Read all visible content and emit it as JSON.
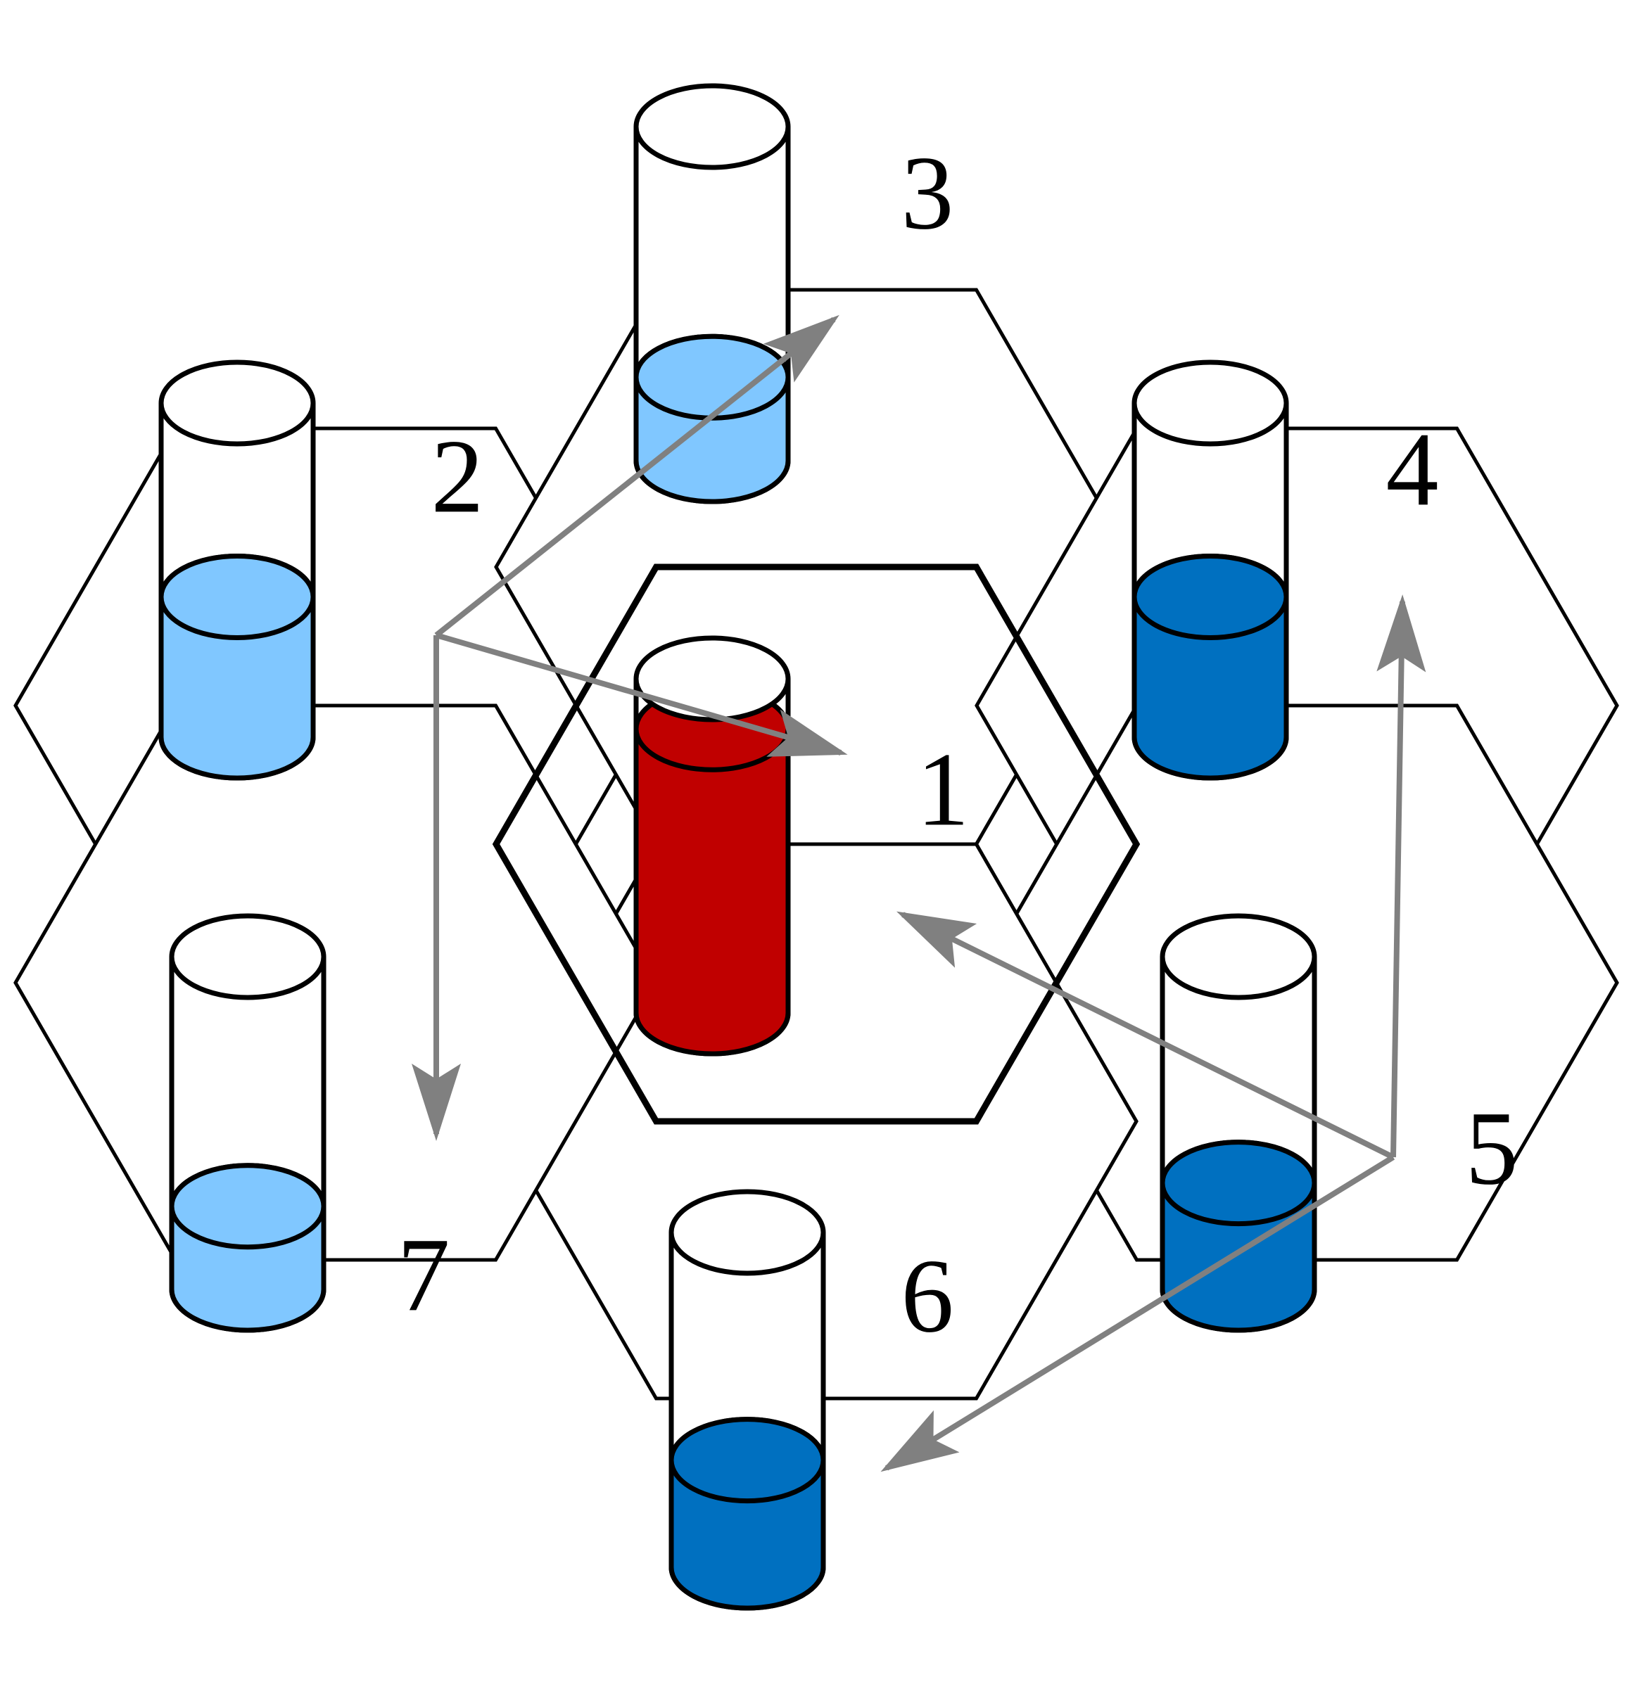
{
  "diagram": {
    "cells": [
      {
        "id": "1",
        "label": "1",
        "fill_level": 0.85,
        "liquid_color": "#c00000",
        "liquid_top_color": "#c00000",
        "center": true
      },
      {
        "id": "2",
        "label": "2",
        "fill_level": 0.42,
        "liquid_color": "#80c7ff",
        "liquid_top_color": "#80c7ff"
      },
      {
        "id": "3",
        "label": "3",
        "fill_level": 0.25,
        "liquid_color": "#80c7ff",
        "liquid_top_color": "#80c7ff"
      },
      {
        "id": "4",
        "label": "4",
        "fill_level": 0.42,
        "liquid_color": "#0070c0",
        "liquid_top_color": "#0070c0"
      },
      {
        "id": "5",
        "label": "5",
        "fill_level": 0.32,
        "liquid_color": "#0070c0",
        "liquid_top_color": "#0070c0"
      },
      {
        "id": "6",
        "label": "6",
        "fill_level": 0.32,
        "liquid_color": "#0070c0",
        "liquid_top_color": "#0070c0"
      },
      {
        "id": "7",
        "label": "7",
        "fill_level": 0.25,
        "liquid_color": "#80c7ff",
        "liquid_top_color": "#80c7ff"
      }
    ],
    "arrows": [
      {
        "from": "2",
        "to": "3"
      },
      {
        "from": "2",
        "to": "1"
      },
      {
        "from": "2",
        "to": "7"
      },
      {
        "from": "5",
        "to": "4"
      },
      {
        "from": "5",
        "to": "1"
      },
      {
        "from": "5",
        "to": "6"
      }
    ],
    "colors": {
      "outline": "#000000",
      "arrow": "#808080",
      "tube_glass": "#ffffff"
    }
  }
}
